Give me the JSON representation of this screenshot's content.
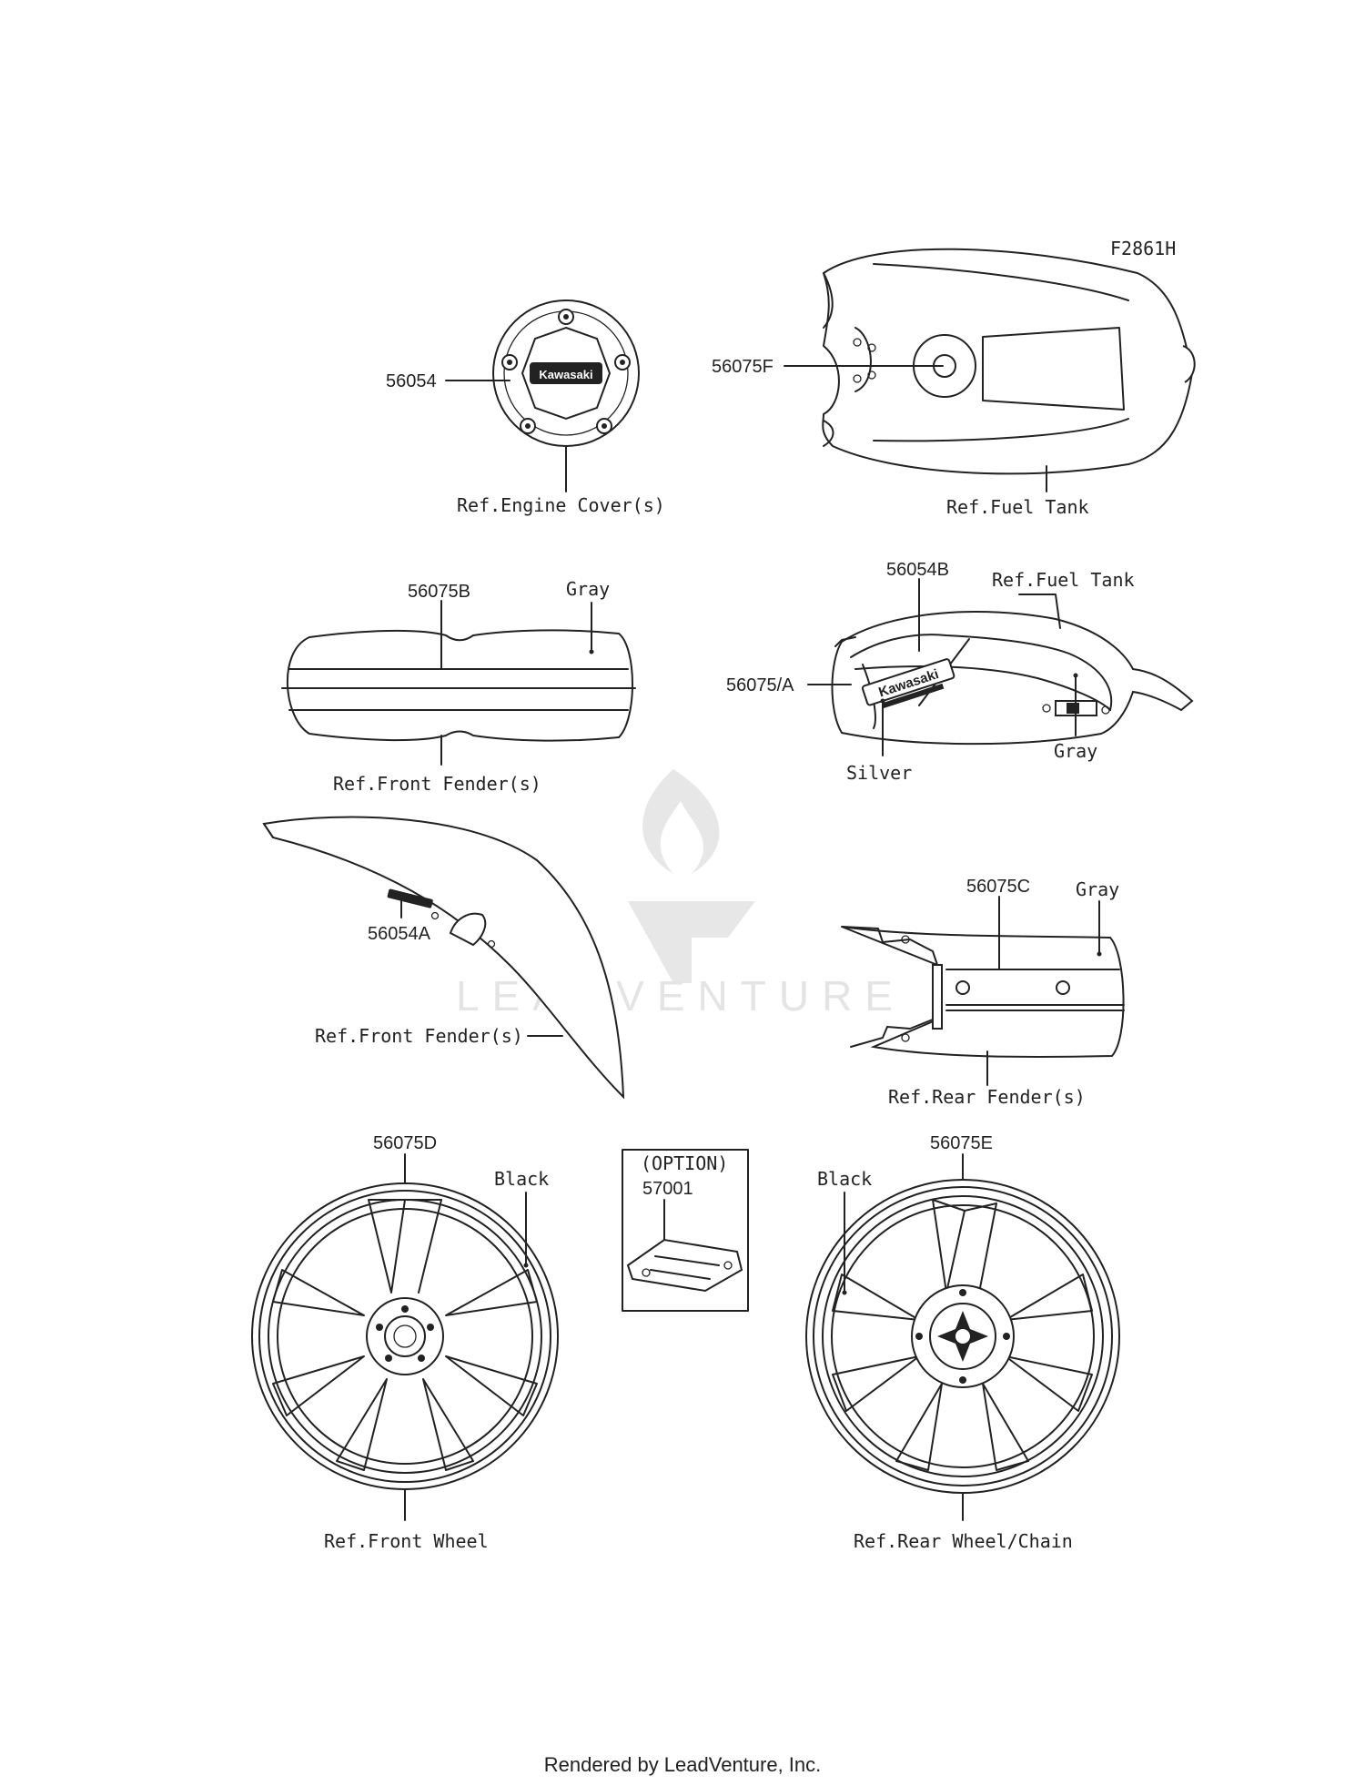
{
  "diagram_id": "F2861H",
  "watermark": "LEADVENTURE",
  "footer": "Rendered by LeadVenture, Inc.",
  "callouts": {
    "engine_cover_part": "56054",
    "engine_cover_ref": "Ref.Engine Cover(s)",
    "engine_cover_logo": "Kawasaki",
    "tank_top_part": "56075F",
    "tank_top_ref": "Ref.Fuel Tank",
    "front_fender_top_part": "56075B",
    "front_fender_top_color": "Gray",
    "front_fender_top_ref": "Ref.Front Fender(s)",
    "tank_side_part_a": "56054B",
    "tank_side_ref": "Ref.Fuel Tank",
    "tank_side_part_b": "56075/A",
    "tank_side_color_silver": "Silver",
    "tank_side_color_gray": "Gray",
    "tank_side_logo": "Kawasaki",
    "front_fender_side_part": "56054A",
    "front_fender_side_ref": "Ref.Front Fender(s)",
    "rear_fender_part": "56075C",
    "rear_fender_color": "Gray",
    "rear_fender_ref": "Ref.Rear Fender(s)",
    "front_wheel_part": "56075D",
    "front_wheel_color": "Black",
    "front_wheel_ref": "Ref.Front Wheel",
    "option_label": "(OPTION)",
    "option_part": "57001",
    "rear_wheel_part": "56075E",
    "rear_wheel_color": "Black",
    "rear_wheel_ref": "Ref.Rear Wheel/Chain"
  }
}
